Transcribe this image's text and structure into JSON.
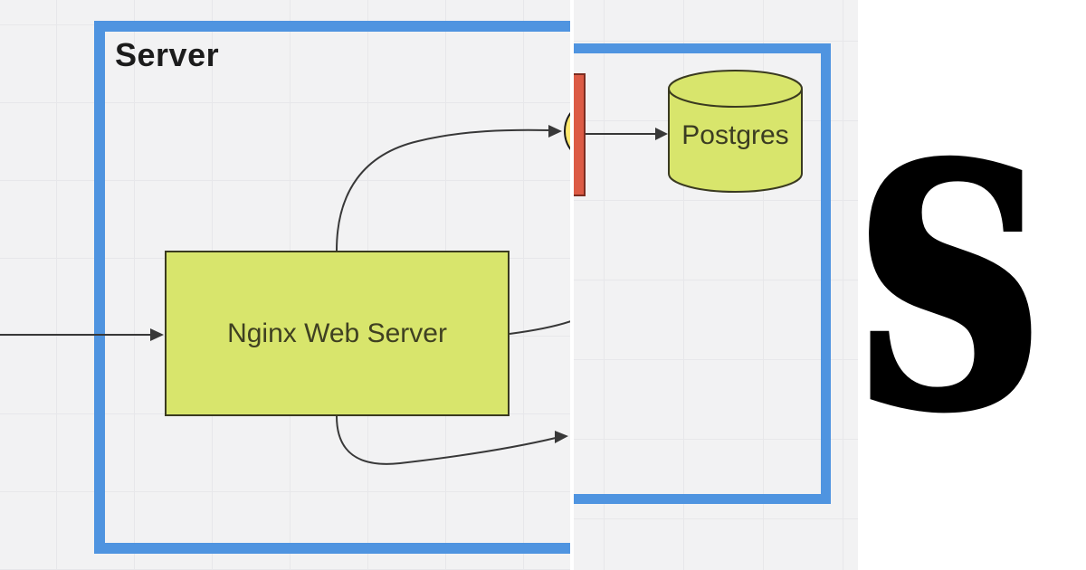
{
  "diagram": {
    "left_panel": {
      "container_label": "Server",
      "nginx_label": "Nginx Web Server"
    },
    "right_panel": {
      "postgres_label": "Postgres"
    },
    "overlay_letter": "s",
    "icons": {
      "yellow_circle": "circle-shape",
      "red_bar": "vertical-bar-shape",
      "postgres_cylinder": "database-cylinder-shape"
    },
    "colors": {
      "container_border": "#4f94e0",
      "node_fill": "#d8e56c",
      "node_stroke": "#3a3a20",
      "node_text": "#3f4022",
      "red_bar_fill": "#dc5b45",
      "red_bar_stroke": "#7c2d21",
      "yellow_circle_fill": "#ffe96e",
      "edge_stroke": "#383838",
      "canvas_bg": "#f2f2f3",
      "grid_line": "#e7e7ea",
      "letter_color": "#000000"
    }
  }
}
